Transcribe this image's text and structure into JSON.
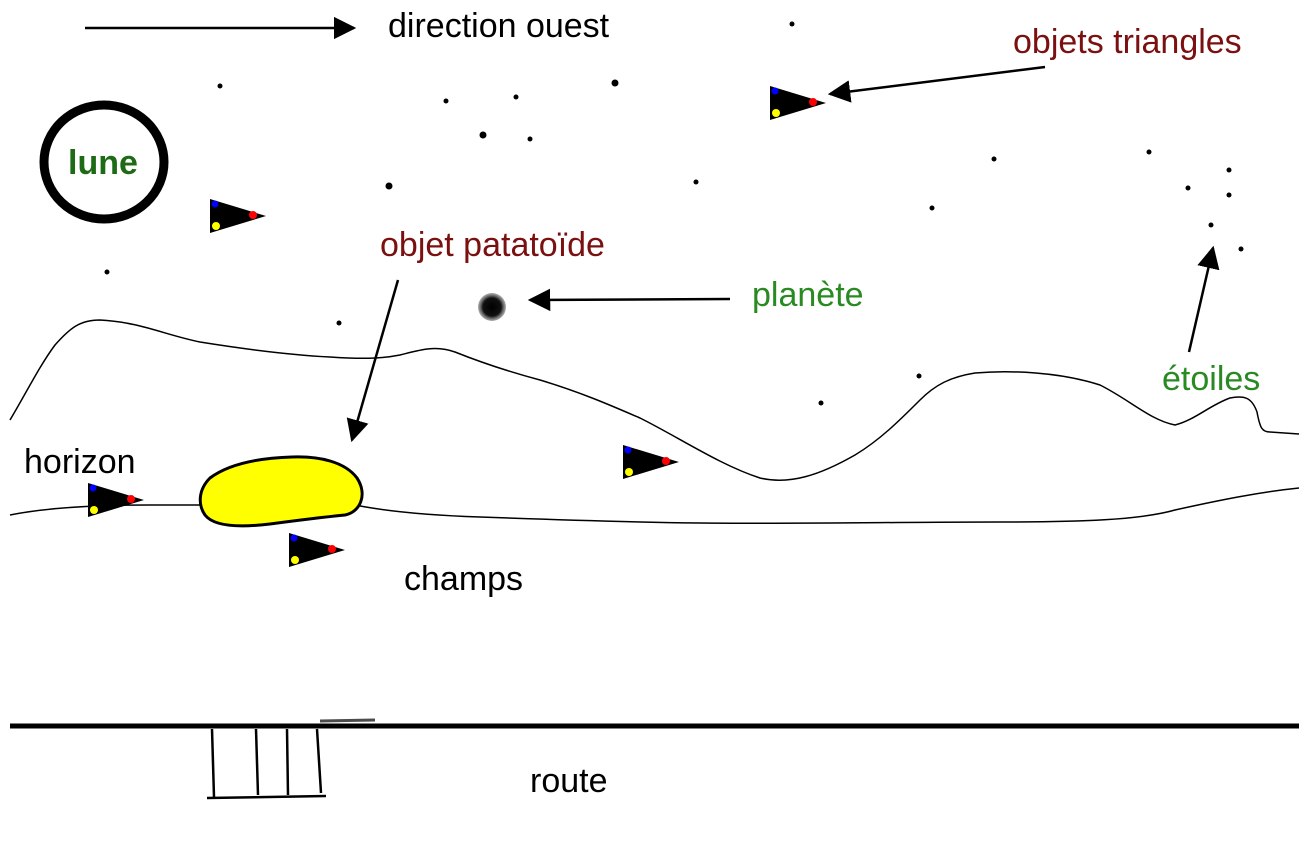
{
  "labels": {
    "direction": "direction ouest",
    "triangles": "objets triangles",
    "lune": "lune",
    "patatoide": "objet patatoïde",
    "planete": "planète",
    "etoiles": "étoiles",
    "horizon": "horizon",
    "champs": "champs",
    "route": "route"
  },
  "colors": {
    "dark_red": "#7a1010",
    "green": "#2a8a22",
    "moon_green": "#1e6b16",
    "black": "#000000",
    "potato_yellow": "#ffff00",
    "light_red": "#ff0000",
    "light_blue": "#0000ff",
    "light_yellow": "#ffff00"
  },
  "icons": {
    "triangle_object": "triangle-ufo-icon",
    "star": "star-dot-icon",
    "planet": "planet-icon",
    "moon": "moon-icon"
  }
}
